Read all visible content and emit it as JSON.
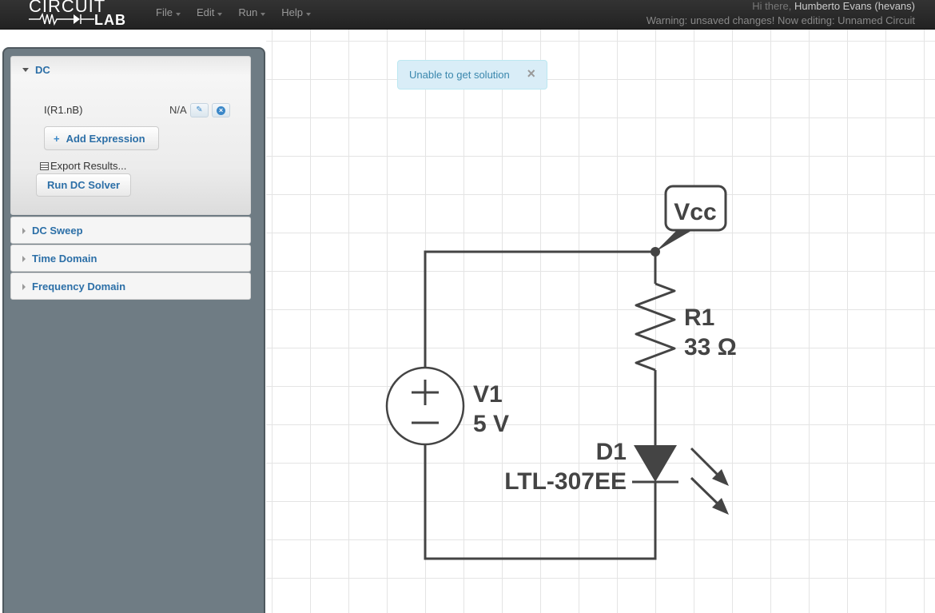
{
  "app": {
    "logo_top": "CIRCUIT",
    "logo_bottom": "LAB"
  },
  "menu": {
    "items": [
      {
        "label": "File"
      },
      {
        "label": "Edit"
      },
      {
        "label": "Run"
      },
      {
        "label": "Help"
      }
    ]
  },
  "user": {
    "greeting": "Hi there,",
    "name": "Humberto Evans (hevans)",
    "warning": "Warning: unsaved changes! Now editing: Unnamed Circuit"
  },
  "panel": {
    "dc": {
      "title": "DC",
      "expressions": [
        {
          "name": "I(R1.nB)",
          "value": "N/A"
        }
      ],
      "add_expression_label": "Add Expression",
      "export_label": "Export Results...",
      "run_label": "Run DC Solver"
    },
    "dc_sweep": {
      "title": "DC Sweep"
    },
    "time_domain": {
      "title": "Time Domain"
    },
    "frequency_domain": {
      "title": "Frequency Domain"
    }
  },
  "alert": {
    "text": "Unable to get solution",
    "close": "×"
  },
  "schematic": {
    "vcc_label": "Vcc",
    "r1_name": "R1",
    "r1_value": "33 Ω",
    "v1_name": "V1",
    "v1_value": "5 V",
    "d1_name": "D1",
    "d1_value": "LTL-307EE"
  },
  "colors": {
    "topbar": "#2b2b2b",
    "panel_bg": "#6f7c84",
    "link_blue": "#2c6fa7",
    "alert_bg": "#d9edf7",
    "wire": "#444444"
  }
}
